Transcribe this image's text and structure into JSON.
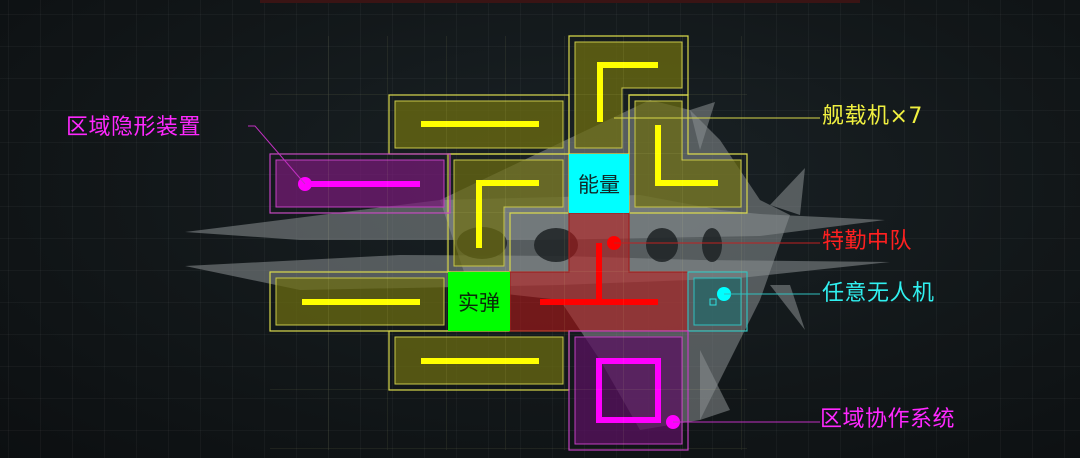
{
  "colors": {
    "background": "#0e1214",
    "yellow": "#ffff00",
    "magenta": "#ff00ff",
    "red": "#ff0000",
    "cyan": "#00ffff",
    "green": "#00ff00"
  },
  "cells": {
    "energy": {
      "label": "能量",
      "color": "#00ffff"
    },
    "ammo": {
      "label": "实弹",
      "color": "#00ff00"
    }
  },
  "modules": [
    {
      "name": "区域隐形装置",
      "color": "#ff00ff",
      "shape": "horizontal-line"
    },
    {
      "name": "舰载机×7",
      "color": "#ffff00",
      "shape": "corner"
    },
    {
      "name": "特勤中队",
      "color": "#ff0000",
      "shape": "inverted-T"
    },
    {
      "name": "任意无人机",
      "color": "#00ffff",
      "shape": "dot"
    },
    {
      "name": "区域协作系统",
      "color": "#ff00ff",
      "shape": "square"
    }
  ],
  "labels": {
    "stealth": "区域隐形装置",
    "carrier": "舰载机×7",
    "squad": "特勤中队",
    "drone": "任意无人机",
    "coop": "区域协作系统"
  }
}
